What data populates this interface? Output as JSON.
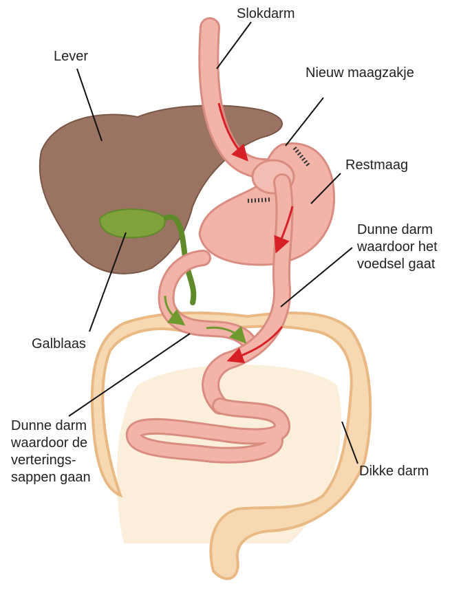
{
  "labels": {
    "slokdarm": "Slokdarm",
    "lever": "Lever",
    "nieuw_maagzakje": "Nieuw maagzakje",
    "restmaag": "Restmaag",
    "dunne_darm_voedsel": "Dunne darm\nwaardoor het\nvoedsel gaat",
    "galblaas": "Galblaas",
    "dunne_darm_sappen": "Dunne darm\nwaardoor de\nverterings-\nsappen gaan",
    "dikke_darm": "Dikke darm"
  },
  "colors": {
    "liver": "#9b7363",
    "gallbladder": "#7fa33a",
    "tissue": "#f2b3a8",
    "tissue_outline": "#d98c80",
    "colon": "#f6d9b3",
    "colon_outline": "#e9b883",
    "arrow_food": "#d62026",
    "arrow_bile": "#6f9a2e"
  }
}
